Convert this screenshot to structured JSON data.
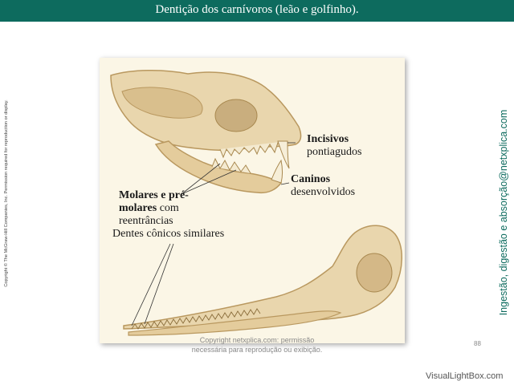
{
  "title": "Dentição dos carnívoros (leão e golfinho).",
  "side_copyright": "Copyright © The McGraw-Hill Companies, Inc. Permission required for reproduction or display.",
  "side_right": "Ingestão, digestão e absorção@netxplica.com",
  "labels": {
    "incisivos_bold": "Incisivos",
    "incisivos_rest": "pontiagudos",
    "caninos_bold": "Caninos",
    "caninos_rest": "desenvolvidos",
    "molares_bold_1": "Molares e pré-",
    "molares_bold_2": "molares",
    "molares_rest_2": " com",
    "molares_rest_3": "reentrâncias",
    "dentes": "Dentes cônicos similares"
  },
  "footer": {
    "line1": "Copyright netxplica.com: permissão",
    "line2": "necessária para reprodução ou exibição."
  },
  "page_number": "88",
  "watermark": "VisualLightBox.com",
  "colors": {
    "title_bar": "#0d6b5e",
    "bone": "#e9d6ad",
    "bone_dark": "#c9ae7e",
    "background": "#fbf6e6"
  }
}
